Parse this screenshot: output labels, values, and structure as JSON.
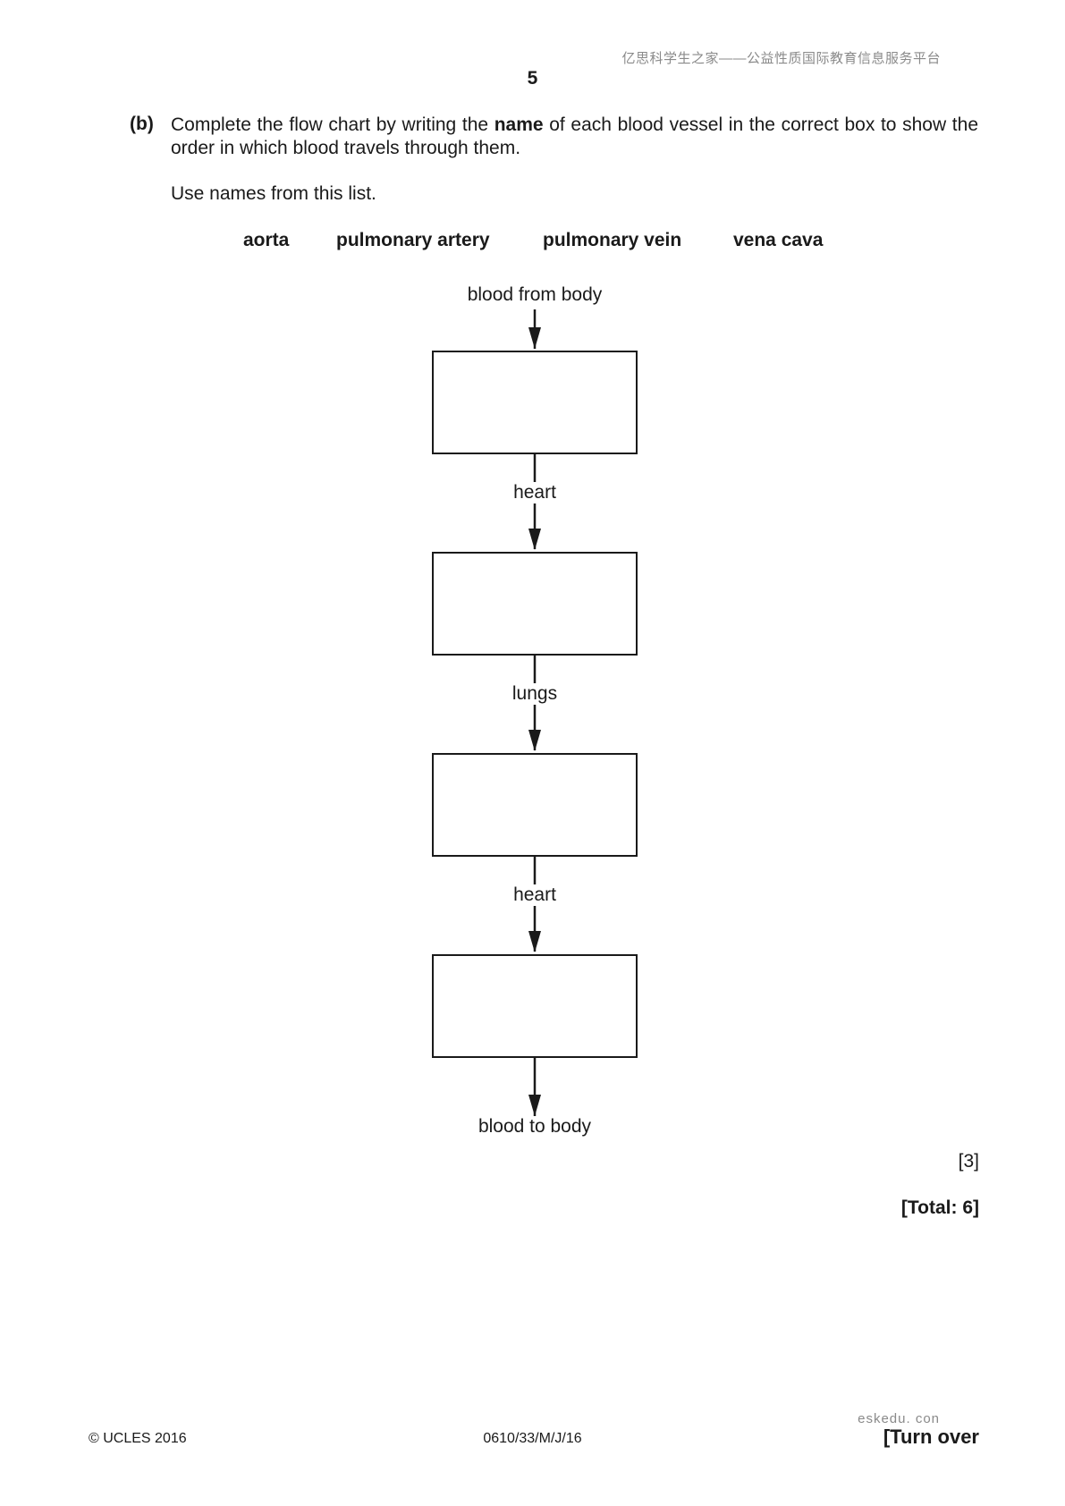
{
  "header": {
    "watermark": "亿思科学生之家——公益性质国际教育信息服务平台",
    "page_number": "5"
  },
  "question": {
    "part": "(b)",
    "text_before": "Complete the flow chart by writing the ",
    "text_bold": "name",
    "text_after": " of each blood vessel in the correct box to show the order in which blood travels through them.",
    "instruction": "Use names from this list.",
    "names": [
      "aorta",
      "pulmonary artery",
      "pulmonary vein",
      "vena cava"
    ]
  },
  "flowchart": {
    "start_label": "blood from body",
    "between_labels": [
      "heart",
      "lungs",
      "heart"
    ],
    "end_label": "blood to body",
    "box_count": 4
  },
  "marks": "[3]",
  "total": "[Total: 6]",
  "footer": {
    "watermark": "eskedu. con",
    "copyright": "© UCLES 2016",
    "code": "0610/33/M/J/16",
    "turn_over": "[Turn over"
  }
}
